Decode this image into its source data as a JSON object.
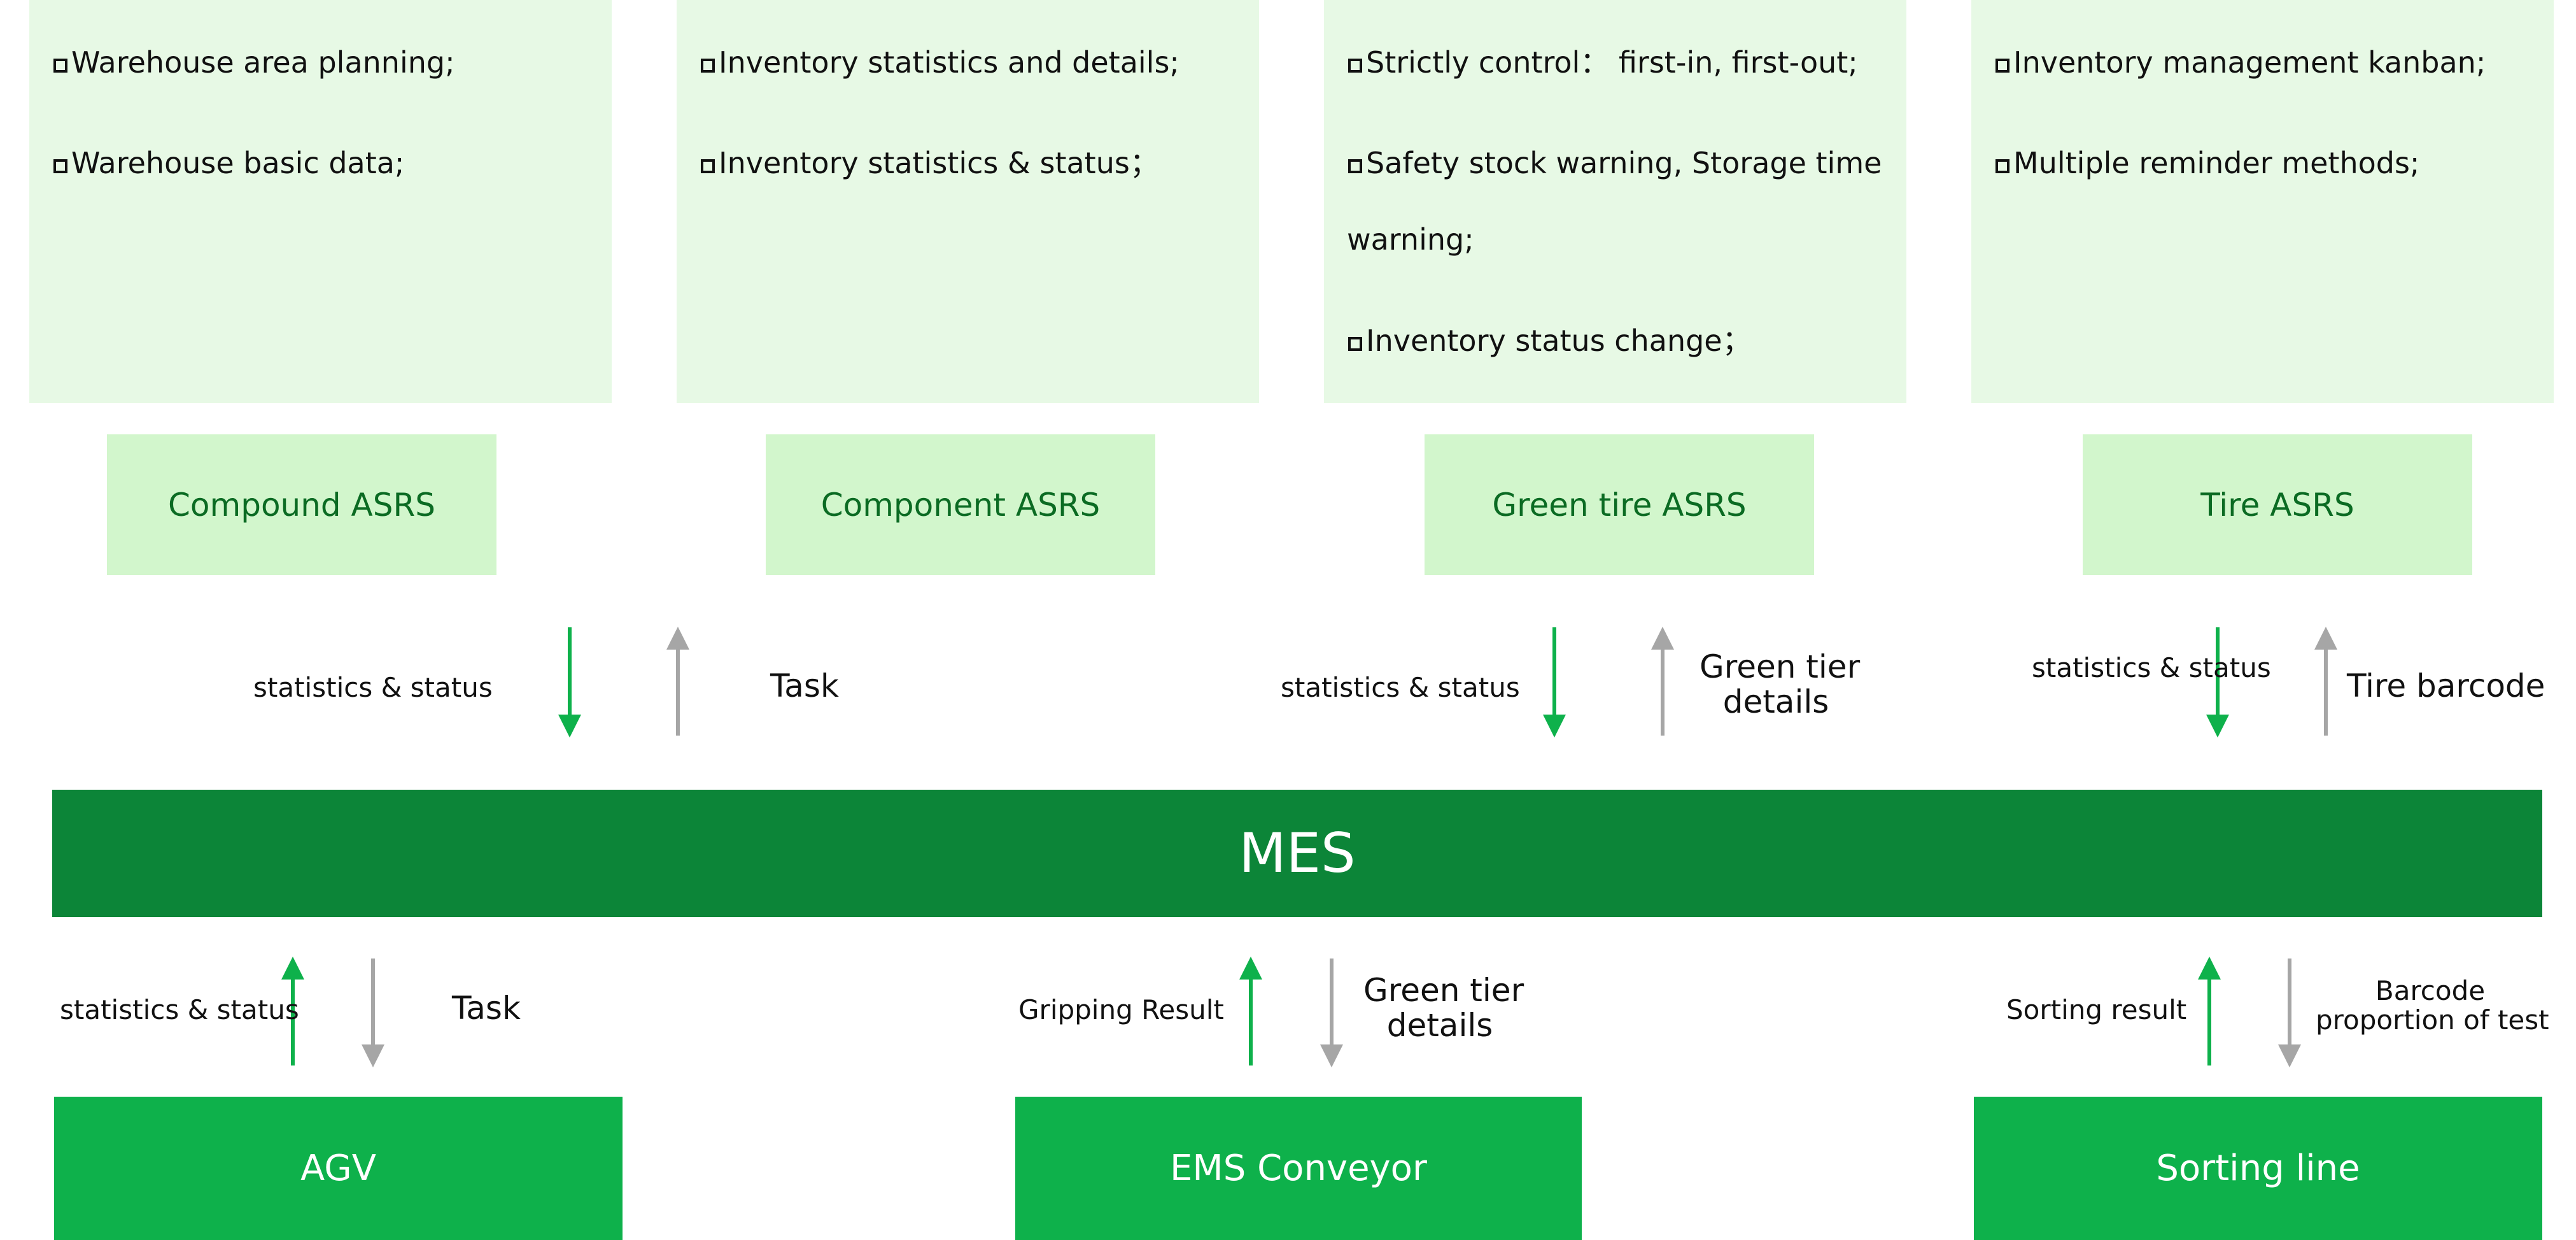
{
  "panels": [
    {
      "items": [
        "Warehouse area planning;",
        "Warehouse basic data;"
      ]
    },
    {
      "items": [
        "Inventory statistics and details;",
        "Inventory statistics & status；"
      ]
    },
    {
      "items": [
        "Strictly control：  first-in, first-out;",
        "Safety stock warning, Storage time",
        "warning;",
        "Inventory status change；"
      ]
    },
    {
      "items": [
        "Inventory management kanban;",
        "Multiple reminder methods;"
      ]
    }
  ],
  "asrs": [
    "Compound ASRS",
    "Component ASRS",
    "Green tire ASRS",
    "Tire ASRS"
  ],
  "mes_label": "MES",
  "bottom_boxes": [
    "AGV",
    "EMS Conveyor",
    "Sorting line"
  ],
  "upper_labels": {
    "left_status": "statistics & status",
    "left_task": "Task",
    "mid_status": "statistics & status",
    "mid_details_1": "Green tier",
    "mid_details_2": "details",
    "right_status": "statistics & status",
    "right_barcode": "Tire barcode"
  },
  "lower_labels": {
    "left_status": "statistics & status",
    "left_task": "Task",
    "mid_result": "Gripping Result",
    "mid_details_1": "Green tier",
    "mid_details_2": "details",
    "right_result": "Sorting result",
    "right_barcode_1": "Barcode",
    "right_barcode_2": "proportion of test"
  },
  "colors": {
    "panel_bg": "#e7f9e5",
    "asrs_bg": "#d2f6cc",
    "asrs_text": "#0b6b23",
    "mes_bg": "#0c8538",
    "bottom_bg": "#0eb14b",
    "arrow_green": "#0eb14b",
    "arrow_gray": "#a6a6a6"
  }
}
